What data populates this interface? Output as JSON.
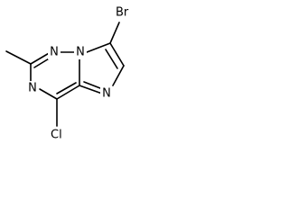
{
  "molecule": {
    "atoms": {
      "br": "Br",
      "n_bridge": "N",
      "n_ring_top": "N",
      "n_ring_bottom": "N",
      "n_imidazole": "N",
      "cl": "Cl"
    }
  }
}
